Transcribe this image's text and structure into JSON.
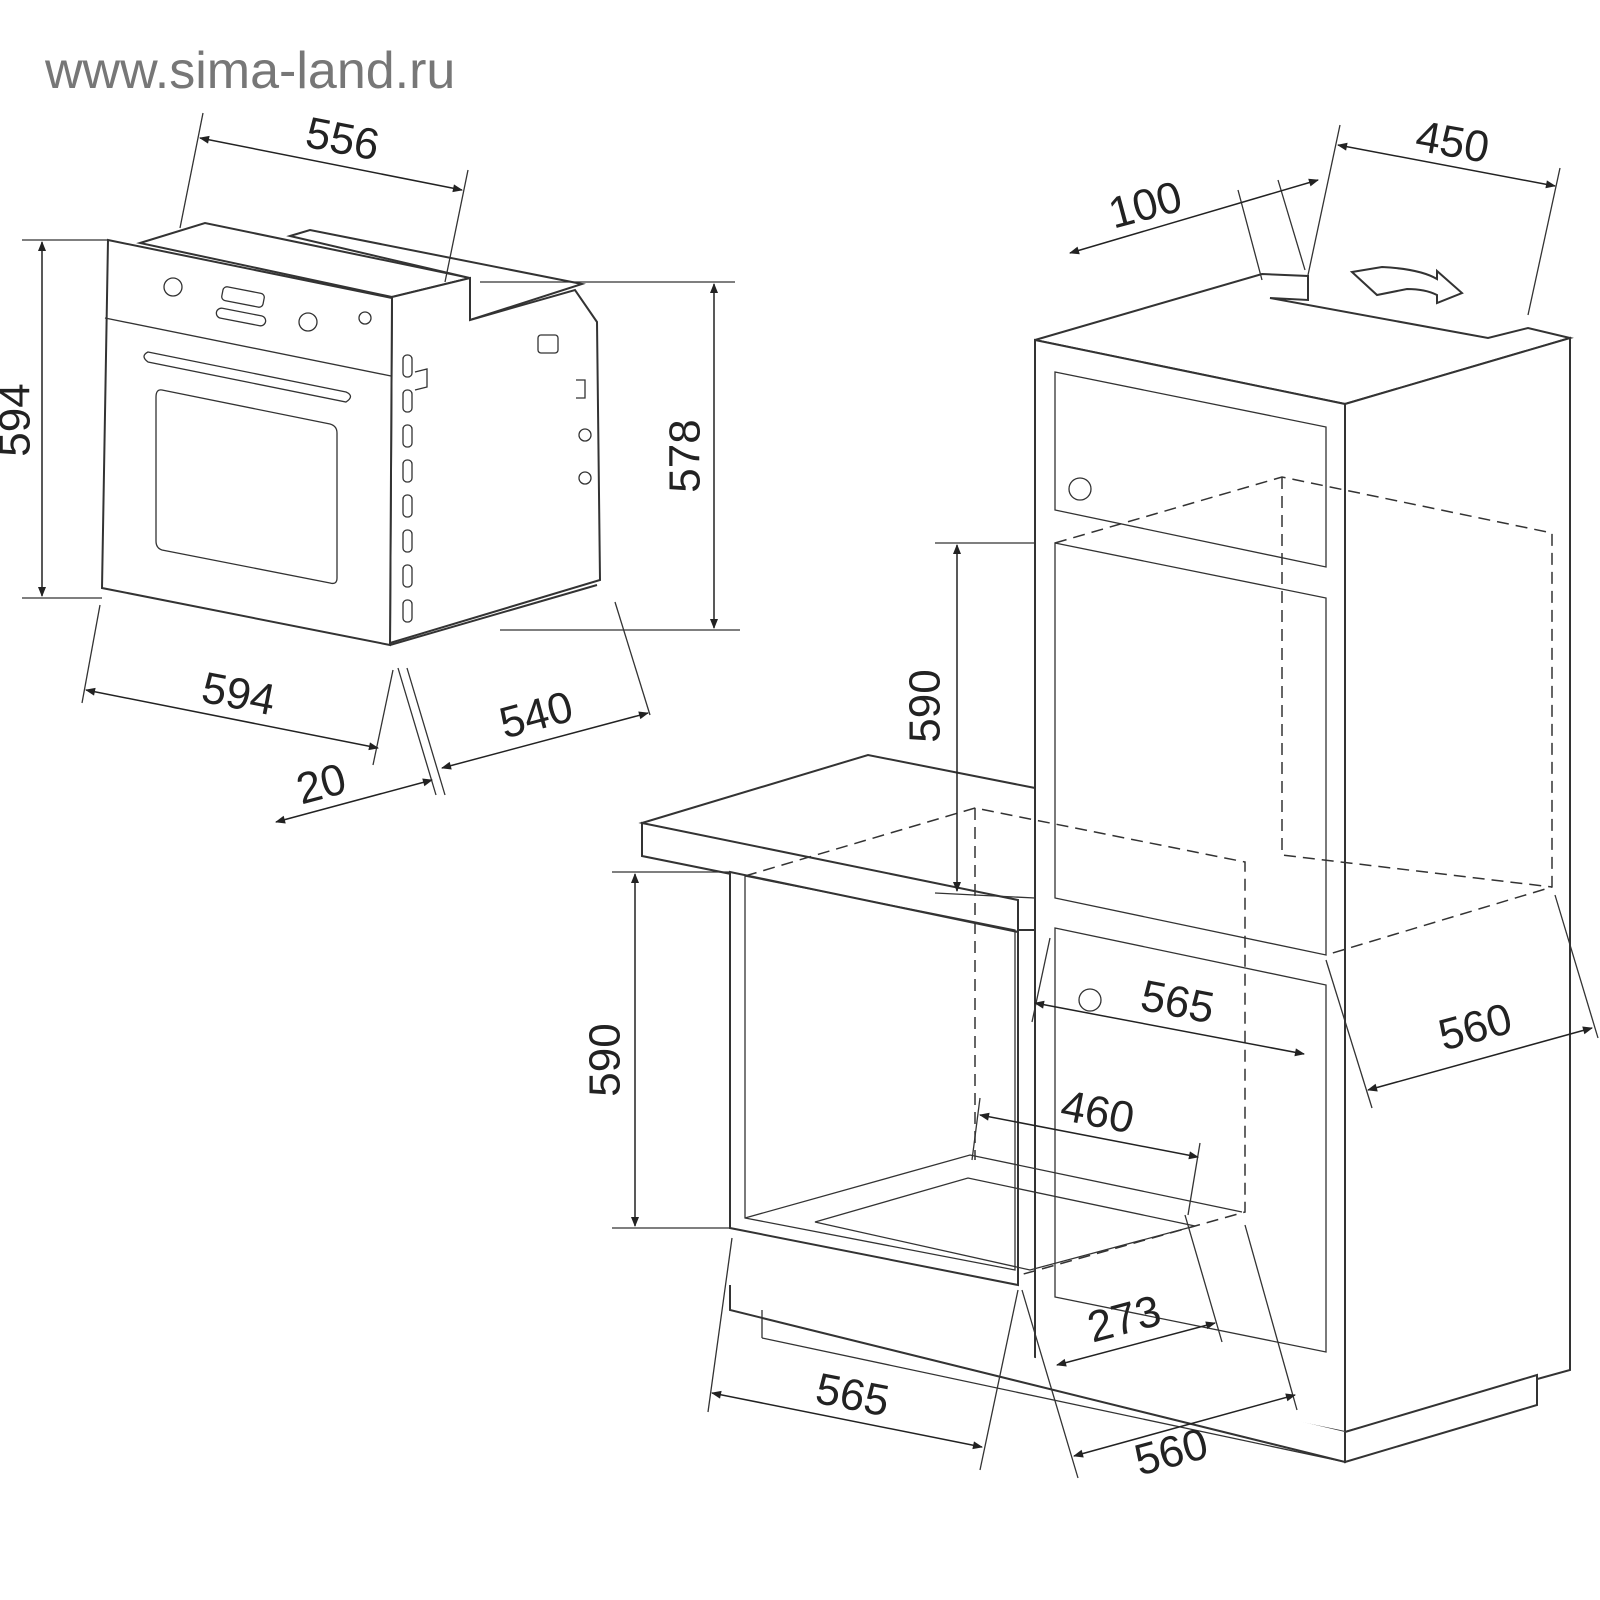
{
  "watermark": "www.sima-land.ru",
  "oven_dimensions": {
    "width_top": "556",
    "height_total": "594",
    "height_body": "578",
    "width_front": "594",
    "door_thickness": "20",
    "depth": "540"
  },
  "cabinet_dimensions": {
    "top_offset": "100",
    "top_depth": "450",
    "tall_niche_height": "590",
    "base_niche_height": "590",
    "tall_niche_width": "565",
    "tall_niche_depth": "560",
    "base_inner_width": "460",
    "base_inner_depth": "273",
    "base_niche_width": "565",
    "base_niche_depth": "560"
  }
}
